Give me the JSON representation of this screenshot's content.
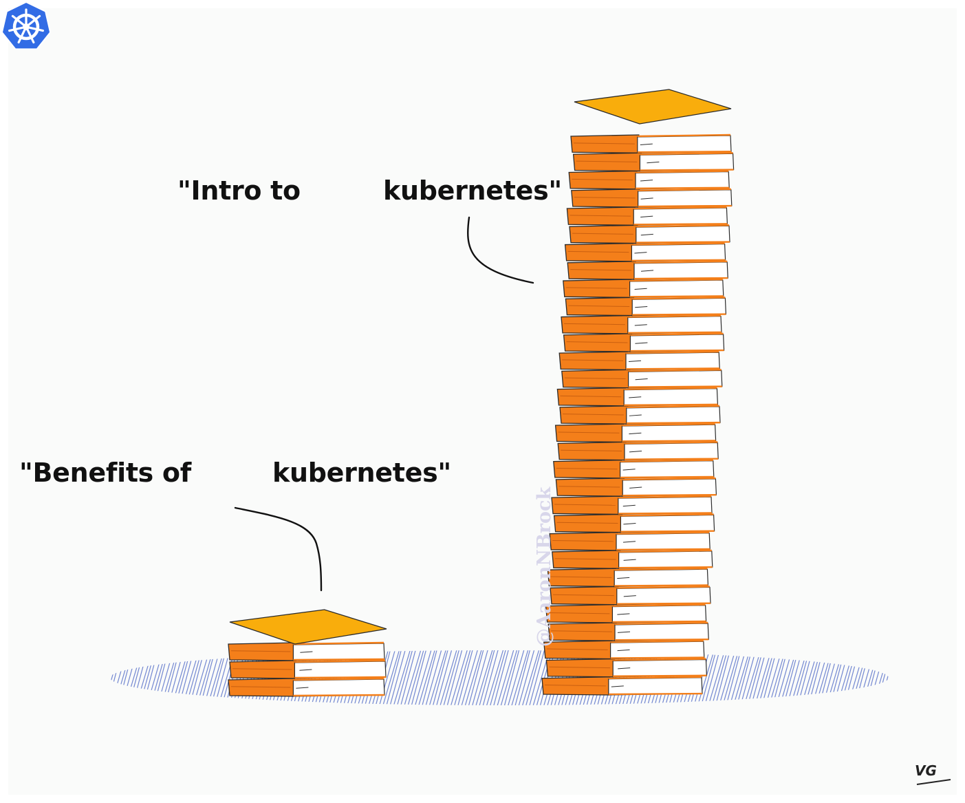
{
  "labels": {
    "intro_prefix": "\"Intro to",
    "intro_suffix": "kubernetes\"",
    "benefits_prefix": "\"Benefits of",
    "benefits_suffix": "kubernetes\""
  },
  "logo": {
    "name": "kubernetes-helm-logo",
    "color": "#326ce5"
  },
  "stacks": {
    "small_book_count": 3,
    "tall_book_count": 31
  },
  "watermark": "@AaronNBrock",
  "signature": "VG",
  "colors": {
    "background": "#ffffff",
    "book_top": "#f9ad0c",
    "book_spine": "#f47f1a",
    "pages": "#ffffff",
    "outline": "#2b2b2b",
    "floor_hatch": "#5a72c9",
    "leader_line": "#111111"
  }
}
